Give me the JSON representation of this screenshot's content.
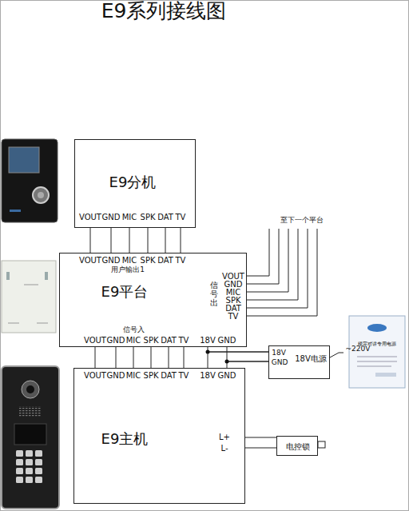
{
  "diagram": {
    "title": "E9系列接线图",
    "nodes": [
      {
        "text": [
          "E9分机"
        ]
      },
      {
        "text": [
          "E9平台"
        ]
      },
      {
        "text": [
          "18V",
          "GND",
          "18V电源"
        ]
      },
      {
        "text": [
          "E9主机"
        ]
      },
      {
        "text": [
          "电控锁"
        ]
      }
    ],
    "edges": [
      {
        "from": 0,
        "to": 1,
        "arrow": "none"
      },
      {
        "from": 0,
        "to": 1,
        "arrow": "none"
      },
      {
        "from": 0,
        "to": 1,
        "arrow": "none"
      },
      {
        "from": 0,
        "to": 1,
        "arrow": "none"
      },
      {
        "from": 0,
        "to": 1,
        "arrow": "none"
      },
      {
        "from": 0,
        "to": 1,
        "arrow": "none"
      },
      {
        "from": 1,
        "to": 3,
        "arrow": "none"
      },
      {
        "from": 1,
        "to": 3,
        "arrow": "none"
      },
      {
        "from": 1,
        "to": 3,
        "arrow": "none"
      },
      {
        "from": 1,
        "to": 3,
        "arrow": "none"
      },
      {
        "from": 1,
        "to": 3,
        "arrow": "none"
      },
      {
        "from": 1,
        "to": 3,
        "arrow": "none"
      },
      {
        "from": 1,
        "to": 2,
        "arrow": "none"
      },
      {
        "from": 1,
        "to": 2,
        "arrow": "none"
      },
      {
        "from": 3,
        "to": 2,
        "arrow": "none"
      },
      {
        "from": 3,
        "to": 2,
        "arrow": "none"
      },
      {
        "from": 3,
        "to": 4,
        "arrow": "none"
      },
      {
        "from": 3,
        "to": 4,
        "arrow": "none"
      }
    ],
    "labels": [
      "VOUT",
      "GND",
      "MIC",
      "SPK",
      "DAT",
      "TV",
      "VOUT",
      "GND",
      "MIC",
      "SPK",
      "DAT",
      "TV",
      "用户输出1",
      "信号出",
      "VOUT",
      "GND",
      "MIC",
      "SPK",
      "DAT",
      "TV",
      "信号入",
      "VOUT",
      "GND",
      "MIC",
      "SPK",
      "DAT",
      "TV",
      "18V",
      "GND",
      "VOUT",
      "GND",
      "MIC",
      "SPK",
      "DAT",
      "TV",
      "18V",
      "GND",
      "L+",
      "L-",
      "至下一个平台",
      "~220V",
      "楼宇对讲专用电源"
    ]
  }
}
